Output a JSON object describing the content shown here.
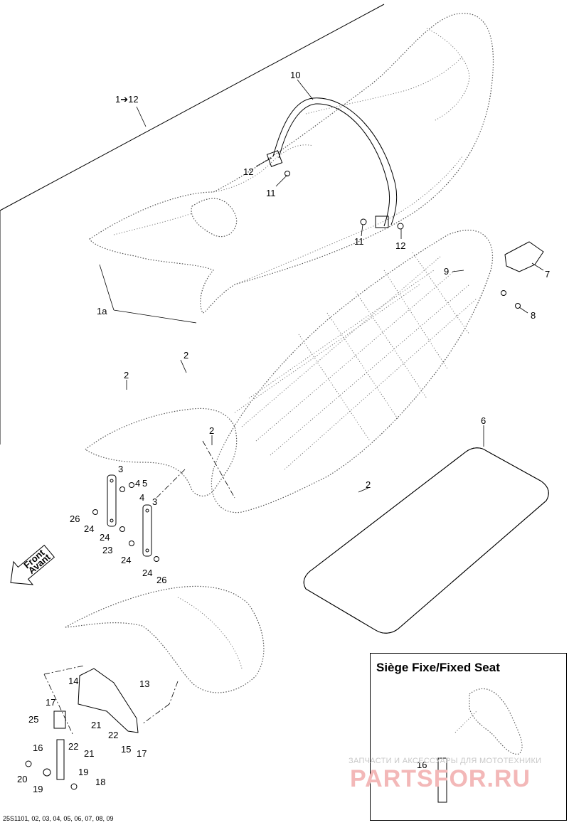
{
  "diagram": {
    "labels": {
      "assembly": "1➔12",
      "l10": "10",
      "l12a": "12",
      "l11a": "11",
      "l11b": "11",
      "l12b": "12",
      "l1a": "1a",
      "l9": "9",
      "l7": "7",
      "l8": "8",
      "l2a": "2",
      "l2b": "2",
      "l2c": "2",
      "l2d": "2",
      "l6": "6",
      "l3a": "3",
      "l4a": "4",
      "l5": "5",
      "l4b": "4",
      "l3b": "3",
      "l26a": "26",
      "l24a": "24",
      "l24b": "24",
      "l23": "23",
      "l24c": "24",
      "l24d": "24",
      "l26b": "26",
      "l14": "14",
      "l13": "13",
      "l17a": "17",
      "l25": "25",
      "l21a": "21",
      "l22a": "22",
      "l22b": "22",
      "l15": "15",
      "l17b": "17",
      "l16": "16",
      "l21b": "21",
      "l20": "20",
      "l19a": "19",
      "l19b": "19",
      "l18": "18",
      "l16b": "16"
    },
    "front_arrow": {
      "line1": "Front",
      "line2": "Avant"
    },
    "inset_title": "Siège Fixe/Fixed Seat",
    "reference": "25S1101, 02, 03, 04, 05, 06, 07, 08, 09",
    "watermark": {
      "line1": "ЗАПЧАСТИ И АКСЕССУАРЫ ДЛЯ МОТОТЕХНИКИ",
      "line2": "PARTSFOR.RU"
    }
  }
}
